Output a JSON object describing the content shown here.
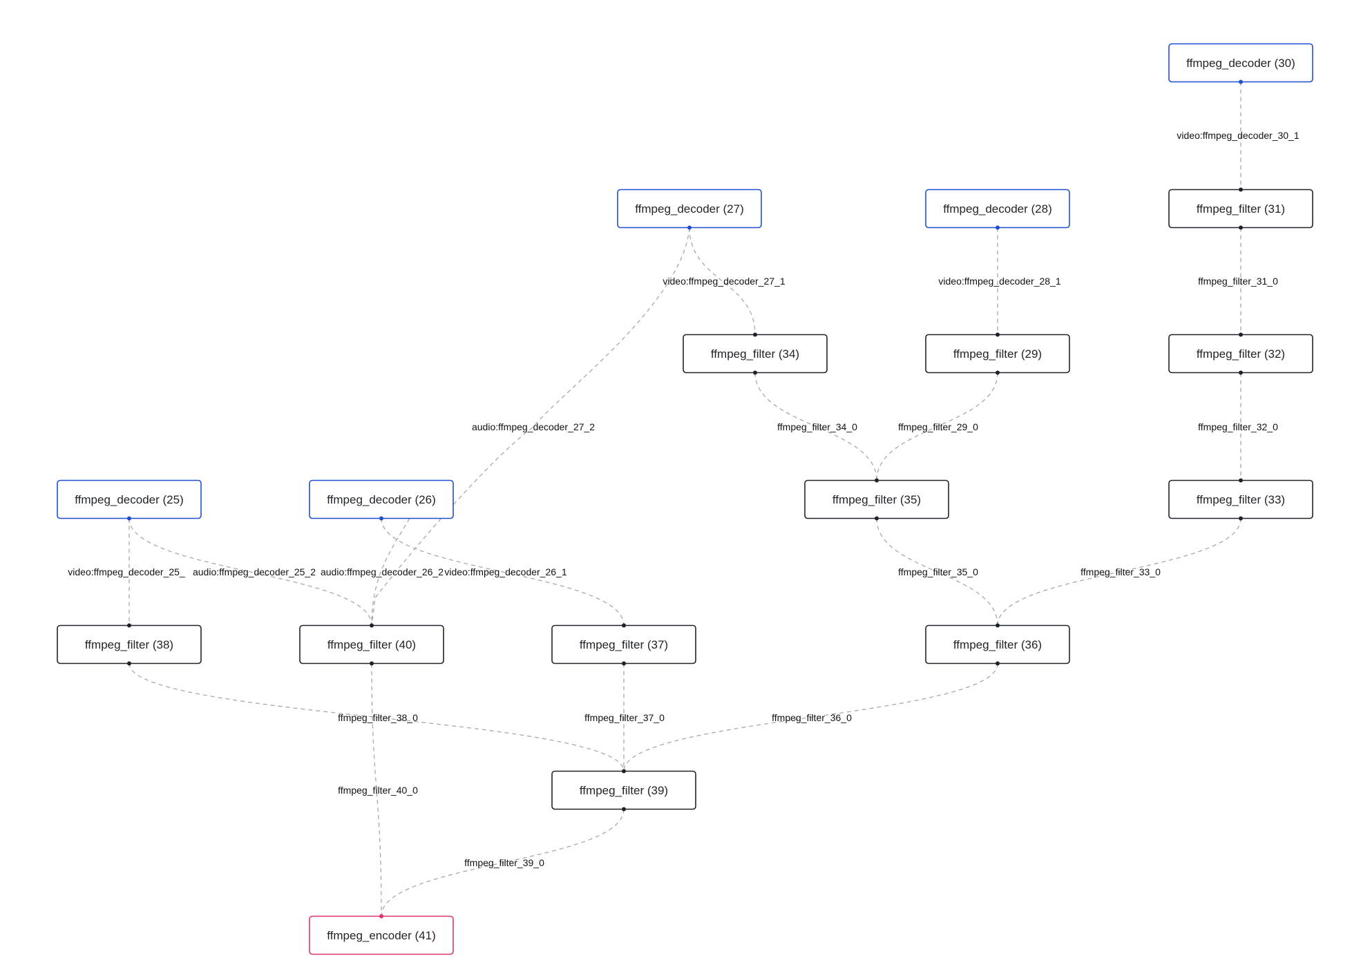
{
  "colors": {
    "decoder": "#1f4fd1",
    "filter": "#1f2328",
    "encoder": "#e0336e",
    "edge": "#a8a8a8"
  },
  "nodes": [
    {
      "id": "n30",
      "label": "ffmpeg_decoder (30)",
      "kind": "decoder"
    },
    {
      "id": "n27",
      "label": "ffmpeg_decoder (27)",
      "kind": "decoder"
    },
    {
      "id": "n28",
      "label": "ffmpeg_decoder (28)",
      "kind": "decoder"
    },
    {
      "id": "n31",
      "label": "ffmpeg_filter (31)",
      "kind": "filter"
    },
    {
      "id": "n34",
      "label": "ffmpeg_filter (34)",
      "kind": "filter"
    },
    {
      "id": "n29",
      "label": "ffmpeg_filter (29)",
      "kind": "filter"
    },
    {
      "id": "n32",
      "label": "ffmpeg_filter (32)",
      "kind": "filter"
    },
    {
      "id": "n25",
      "label": "ffmpeg_decoder (25)",
      "kind": "decoder"
    },
    {
      "id": "n26",
      "label": "ffmpeg_decoder (26)",
      "kind": "decoder"
    },
    {
      "id": "n35",
      "label": "ffmpeg_filter (35)",
      "kind": "filter"
    },
    {
      "id": "n33",
      "label": "ffmpeg_filter (33)",
      "kind": "filter"
    },
    {
      "id": "n38",
      "label": "ffmpeg_filter (38)",
      "kind": "filter"
    },
    {
      "id": "n40",
      "label": "ffmpeg_filter (40)",
      "kind": "filter"
    },
    {
      "id": "n37",
      "label": "ffmpeg_filter (37)",
      "kind": "filter"
    },
    {
      "id": "n36",
      "label": "ffmpeg_filter (36)",
      "kind": "filter"
    },
    {
      "id": "n39",
      "label": "ffmpeg_filter (39)",
      "kind": "filter"
    },
    {
      "id": "n41",
      "label": "ffmpeg_encoder (41)",
      "kind": "encoder"
    }
  ],
  "edges": [
    {
      "id": "e30_31",
      "from": "n30",
      "to": "n31",
      "label": "video:ffmpeg_decoder_30_1"
    },
    {
      "id": "e27_34",
      "from": "n27",
      "to": "n34",
      "label": "video:ffmpeg_decoder_27_1"
    },
    {
      "id": "e27_40",
      "from": "n27",
      "to": "n40",
      "label": "audio:ffmpeg_decoder_27_2"
    },
    {
      "id": "e28_29",
      "from": "n28",
      "to": "n29",
      "label": "video:ffmpeg_decoder_28_1"
    },
    {
      "id": "e31_32",
      "from": "n31",
      "to": "n32",
      "label": "ffmpeg_filter_31_0"
    },
    {
      "id": "e34_35",
      "from": "n34",
      "to": "n35",
      "label": "ffmpeg_filter_34_0"
    },
    {
      "id": "e29_35",
      "from": "n29",
      "to": "n35",
      "label": "ffmpeg_filter_29_0"
    },
    {
      "id": "e32_33",
      "from": "n32",
      "to": "n33",
      "label": "ffmpeg_filter_32_0"
    },
    {
      "id": "e25_38",
      "from": "n25",
      "to": "n38",
      "label": "video:ffmpeg_decoder_25_"
    },
    {
      "id": "e25_40",
      "from": "n25",
      "to": "n40",
      "label": "audio:ffmpeg_decoder_25_2"
    },
    {
      "id": "e26_40",
      "from": "n26",
      "to": "n40",
      "label": "audio:ffmpeg_decoder_26_2"
    },
    {
      "id": "e26_37",
      "from": "n26",
      "to": "n37",
      "label": "video:ffmpeg_decoder_26_1"
    },
    {
      "id": "e35_36",
      "from": "n35",
      "to": "n36",
      "label": "ffmpeg_filter_35_0"
    },
    {
      "id": "e33_36",
      "from": "n33",
      "to": "n36",
      "label": "ffmpeg_filter_33_0"
    },
    {
      "id": "e38_39",
      "from": "n38",
      "to": "n39",
      "label": "ffmpeg_filter_38_0"
    },
    {
      "id": "e37_39",
      "from": "n37",
      "to": "n39",
      "label": "ffmpeg_filter_37_0"
    },
    {
      "id": "e36_39",
      "from": "n36",
      "to": "n39",
      "label": "ffmpeg_filter_36_0"
    },
    {
      "id": "e40_41",
      "from": "n40",
      "to": "n41",
      "label": "ffmpeg_filter_40_0"
    },
    {
      "id": "e39_41",
      "from": "n39",
      "to": "n41",
      "label": "ffmpeg_filter_39_0"
    }
  ]
}
